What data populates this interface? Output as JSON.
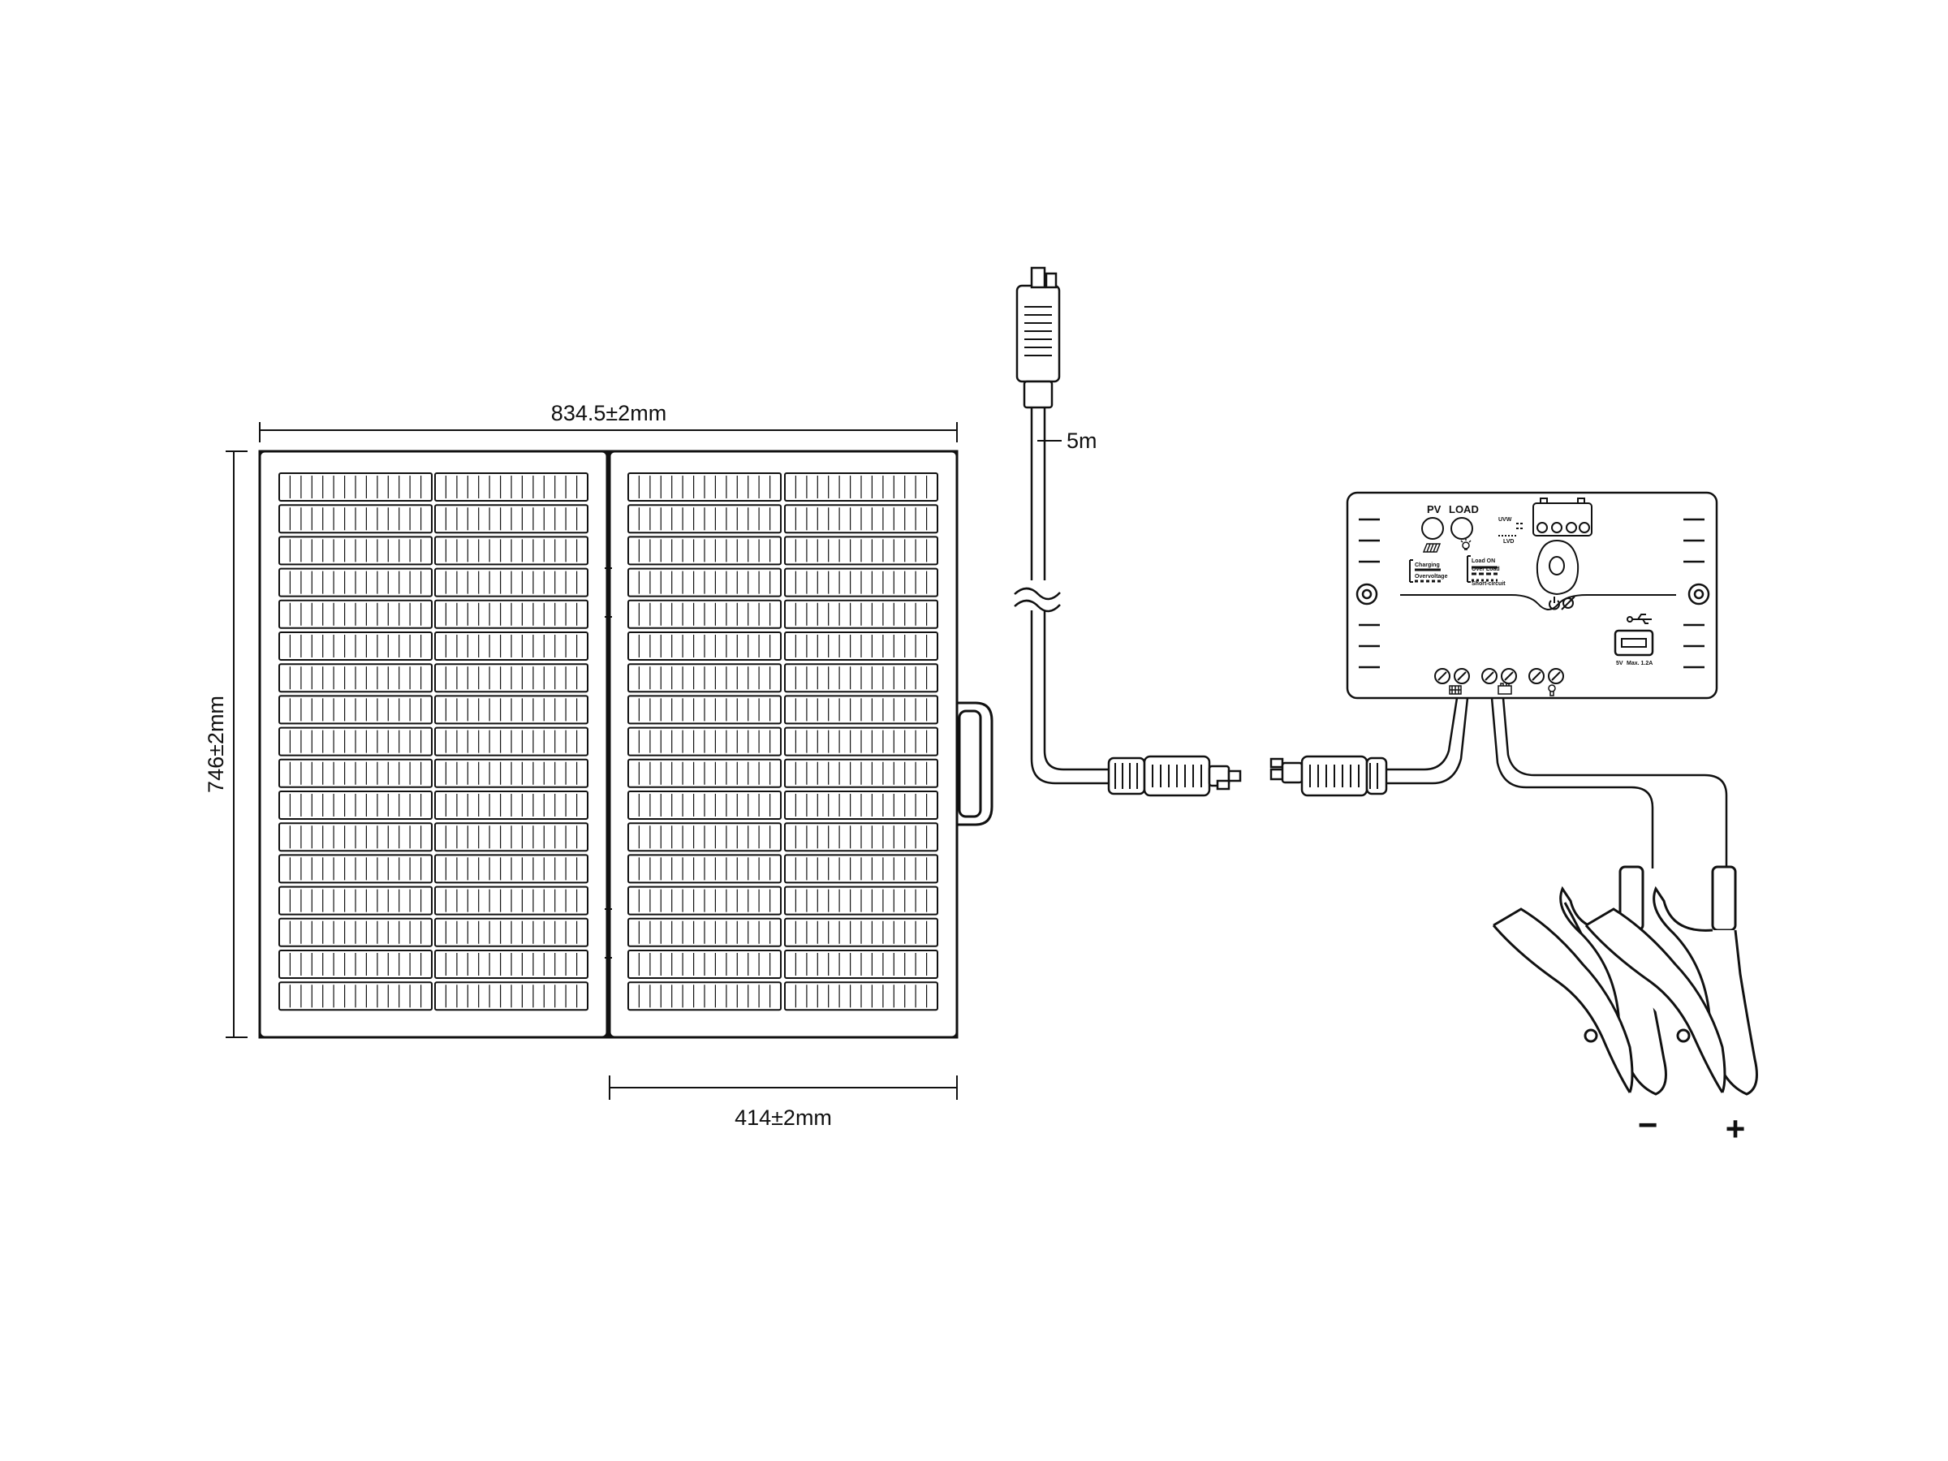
{
  "dimensions": {
    "overall_width": "834.5±2mm",
    "height": "746±2mm",
    "panel_width": "414±2mm",
    "cable_length": "5m"
  },
  "controller": {
    "pv_label": "PV",
    "load_label": "LOAD",
    "uvw_label": "UVW",
    "lvd_label": "LVD",
    "status_charging": "Charging",
    "status_overvoltage": "Overvoltage",
    "status_load_on": "Load ON",
    "status_over_load": "Over Load",
    "status_short_circuit": "Short-circuit",
    "usb_voltage": "5V",
    "usb_current": "Max. 1.2A"
  },
  "clamps": {
    "negative_symbol": "−",
    "positive_symbol": "+"
  },
  "icons": [
    "usb-icon",
    "power-icon",
    "panel-icon",
    "battery-icon",
    "bulb-icon",
    "sun-icon"
  ],
  "colors": {
    "line": "#111111",
    "background": "#ffffff"
  }
}
